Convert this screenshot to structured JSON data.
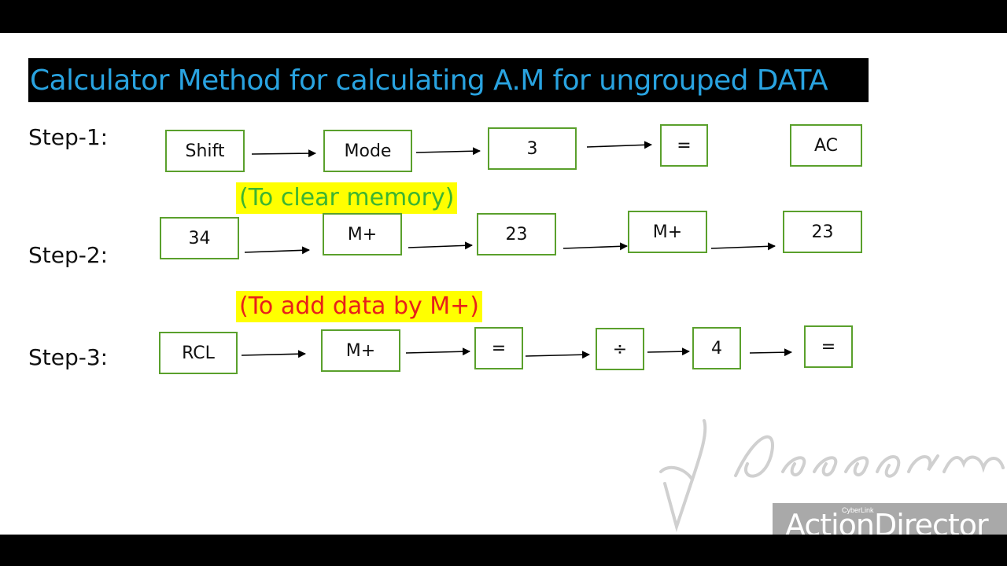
{
  "title": "Calculator Method for calculating A.M for ungrouped DATA",
  "steps": [
    {
      "label": "Step-1:",
      "keys": [
        "Shift",
        "Mode",
        "3",
        "=",
        "AC"
      ]
    },
    {
      "label": "Step-2:",
      "keys": [
        "34",
        "M+",
        "23",
        "M+",
        "23"
      ]
    },
    {
      "label": "Step-3:",
      "keys": [
        "RCL",
        "M+",
        "=",
        "÷",
        "4",
        "="
      ]
    }
  ],
  "notes": {
    "clear_memory": "(To clear memory)",
    "add_data": "(To add data by M+)"
  },
  "watermark": {
    "brand_small": "CyberLink",
    "brand_main": "ActionDirector",
    "art_icon": "icecream-apps-logo-icon"
  },
  "colors": {
    "title_text": "#29a3e0",
    "key_border": "#5aa02c",
    "highlight": "#ffff00",
    "note_green": "#3cb531",
    "note_red": "#e8201a"
  }
}
